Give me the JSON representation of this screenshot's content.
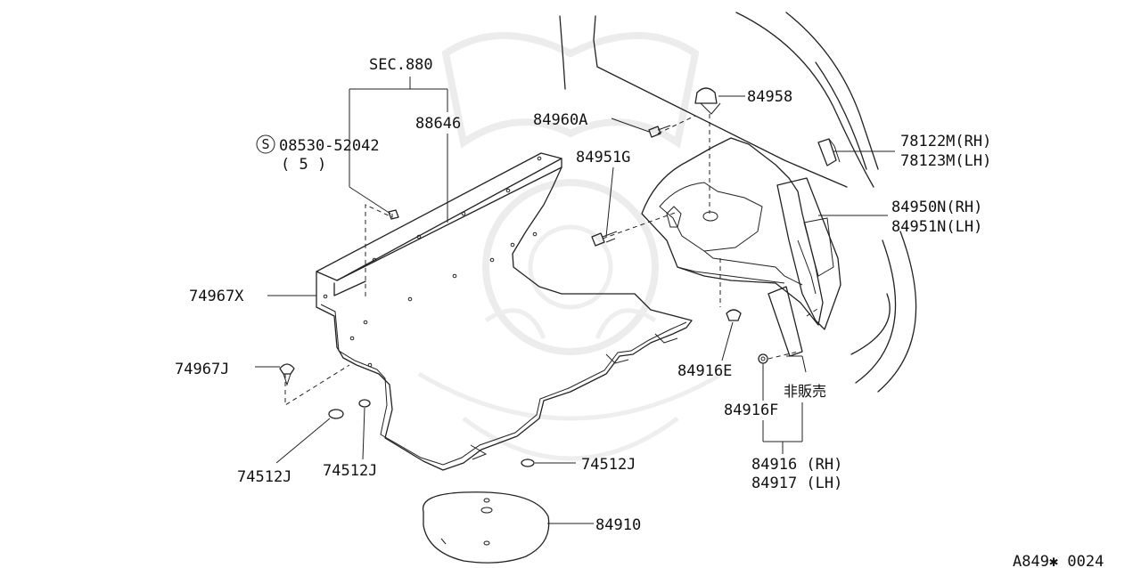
{
  "diagram_id": "A849✱ 0024",
  "labels": {
    "sec880": "SEC.880",
    "p88646": "88646",
    "screw_code": "08530-52042",
    "screw_qty": "( 5 )",
    "screw_symbol": "S",
    "p84960A": "84960A",
    "p84958": "84958",
    "p84951G": "84951G",
    "p78122M": "78122M(RH)",
    "p78123M": "78123M(LH)",
    "p84950N": "84950N(RH)",
    "p84951N": "84951N(LH)",
    "p74967X": "74967X",
    "p74967J": "74967J",
    "p84916E": "84916E",
    "not_for_sale": "非販売",
    "p84916F": "84916F",
    "p84916": "84916 (RH)",
    "p84917": "84917 (LH)",
    "p74512J_a": "74512J",
    "p74512J_b": "74512J",
    "p74512J_c": "74512J",
    "p84910": "84910"
  }
}
